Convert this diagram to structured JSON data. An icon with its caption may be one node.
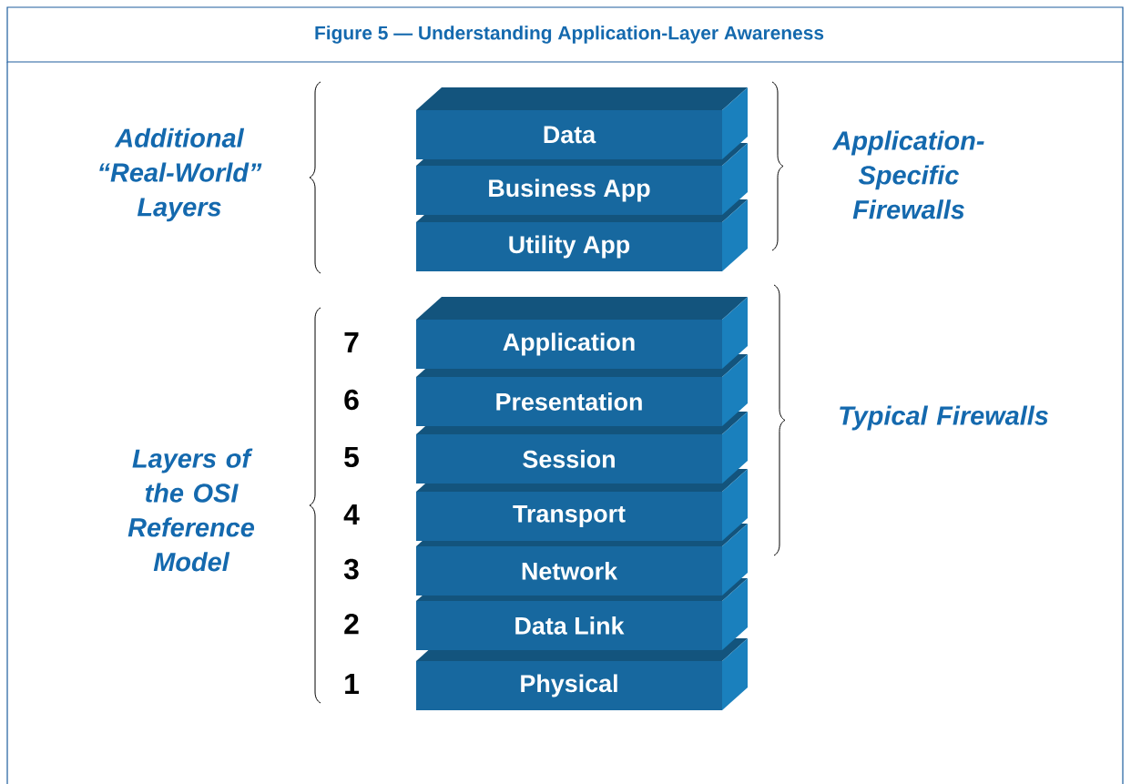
{
  "diagram": {
    "title": "Figure 5 — Understanding Application-Layer Awareness",
    "nodes": [
      {
        "text": [
          "Data"
        ]
      },
      {
        "text": [
          "Business App"
        ]
      },
      {
        "text": [
          "Utility App"
        ]
      },
      {
        "text": [
          "Application"
        ],
        "beside": [
          "7"
        ]
      },
      {
        "text": [
          "Presentation"
        ],
        "beside": [
          "6"
        ]
      },
      {
        "text": [
          "Session"
        ],
        "beside": [
          "5"
        ]
      },
      {
        "text": [
          "Transport"
        ],
        "beside": [
          "4"
        ]
      },
      {
        "text": [
          "Network"
        ],
        "beside": [
          "3"
        ]
      },
      {
        "text": [
          "Data Link"
        ],
        "beside": [
          "2"
        ]
      },
      {
        "text": [
          "Physical"
        ],
        "beside": [
          "1"
        ]
      }
    ],
    "labels": [
      "Additional “Real-World” Layers",
      "Application-Specific Firewalls",
      "Layers of the OSI Reference Model",
      "Typical Firewalls"
    ]
  }
}
